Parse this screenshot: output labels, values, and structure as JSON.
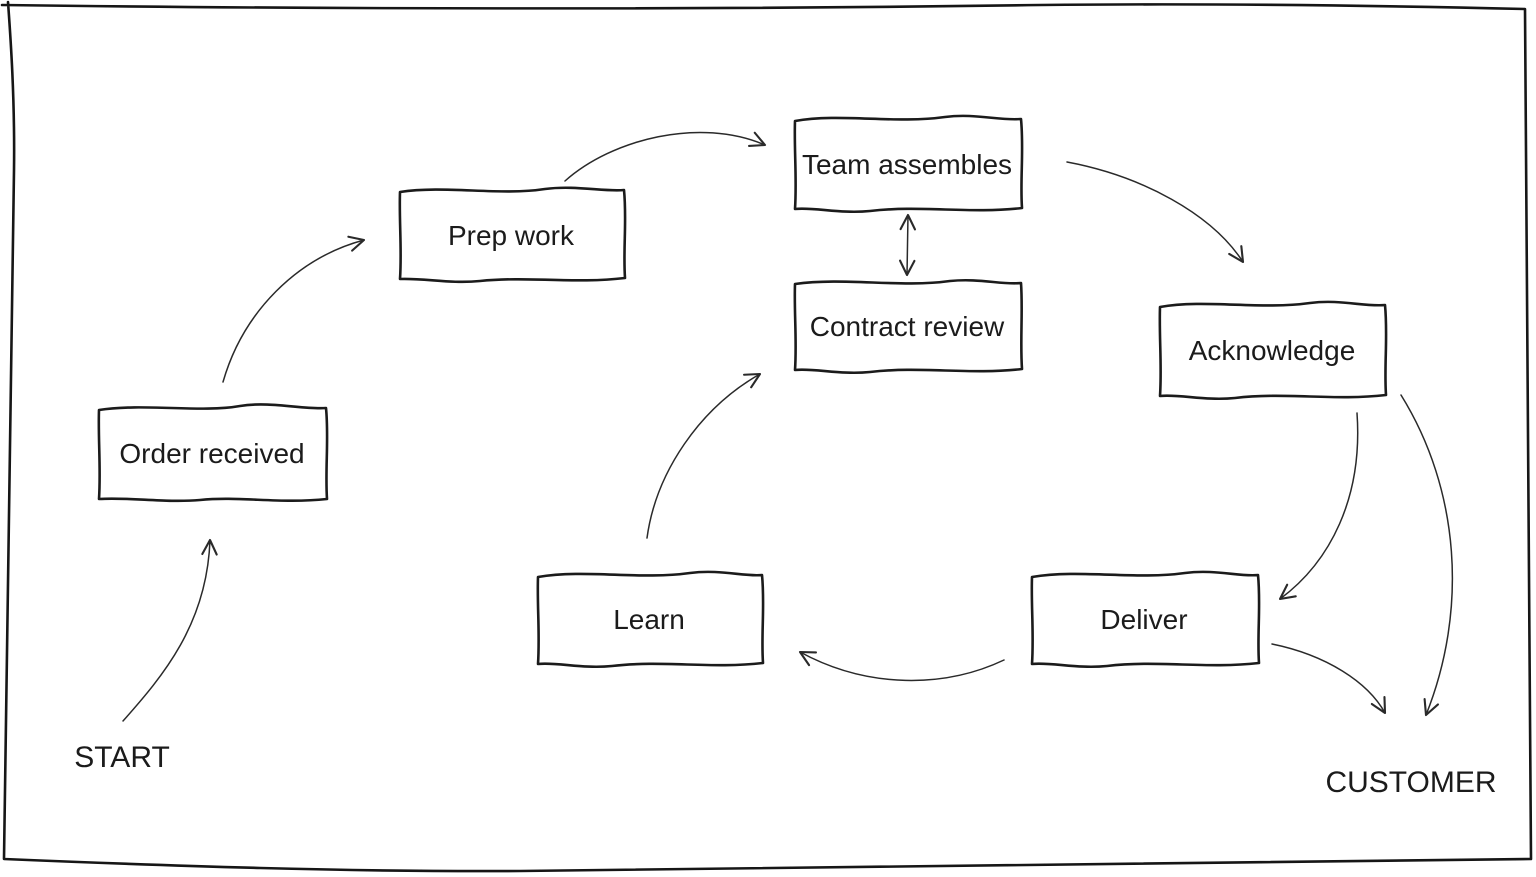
{
  "canvas": {
    "background_color": "#ffffff",
    "ink_color": "#1b1b1b",
    "style": "hand-drawn-sketch"
  },
  "diagram": {
    "nodes": [
      {
        "id": "order-received",
        "label": "Order received"
      },
      {
        "id": "prep-work",
        "label": "Prep work"
      },
      {
        "id": "team-assembles",
        "label": "Team assembles"
      },
      {
        "id": "contract-review",
        "label": "Contract review"
      },
      {
        "id": "acknowledge",
        "label": "Acknowledge"
      },
      {
        "id": "learn",
        "label": "Learn"
      },
      {
        "id": "deliver",
        "label": "Deliver"
      }
    ],
    "annotations": [
      {
        "id": "start",
        "label": "START"
      },
      {
        "id": "customer",
        "label": "CUSTOMER"
      }
    ],
    "edges": [
      {
        "from": "START",
        "to": "Order received",
        "direction": "one-way"
      },
      {
        "from": "Order received",
        "to": "Prep work",
        "direction": "one-way"
      },
      {
        "from": "Prep work",
        "to": "Team assembles",
        "direction": "one-way"
      },
      {
        "from": "Team assembles",
        "to": "Contract review",
        "direction": "two-way"
      },
      {
        "from": "Team assembles",
        "to": "Acknowledge",
        "direction": "one-way"
      },
      {
        "from": "Acknowledge",
        "to": "Deliver",
        "direction": "one-way"
      },
      {
        "from": "Acknowledge",
        "to": "CUSTOMER",
        "direction": "one-way"
      },
      {
        "from": "Deliver",
        "to": "CUSTOMER",
        "direction": "one-way"
      },
      {
        "from": "Deliver",
        "to": "Learn",
        "direction": "one-way"
      },
      {
        "from": "Learn",
        "to": "Contract review",
        "direction": "one-way"
      }
    ]
  }
}
